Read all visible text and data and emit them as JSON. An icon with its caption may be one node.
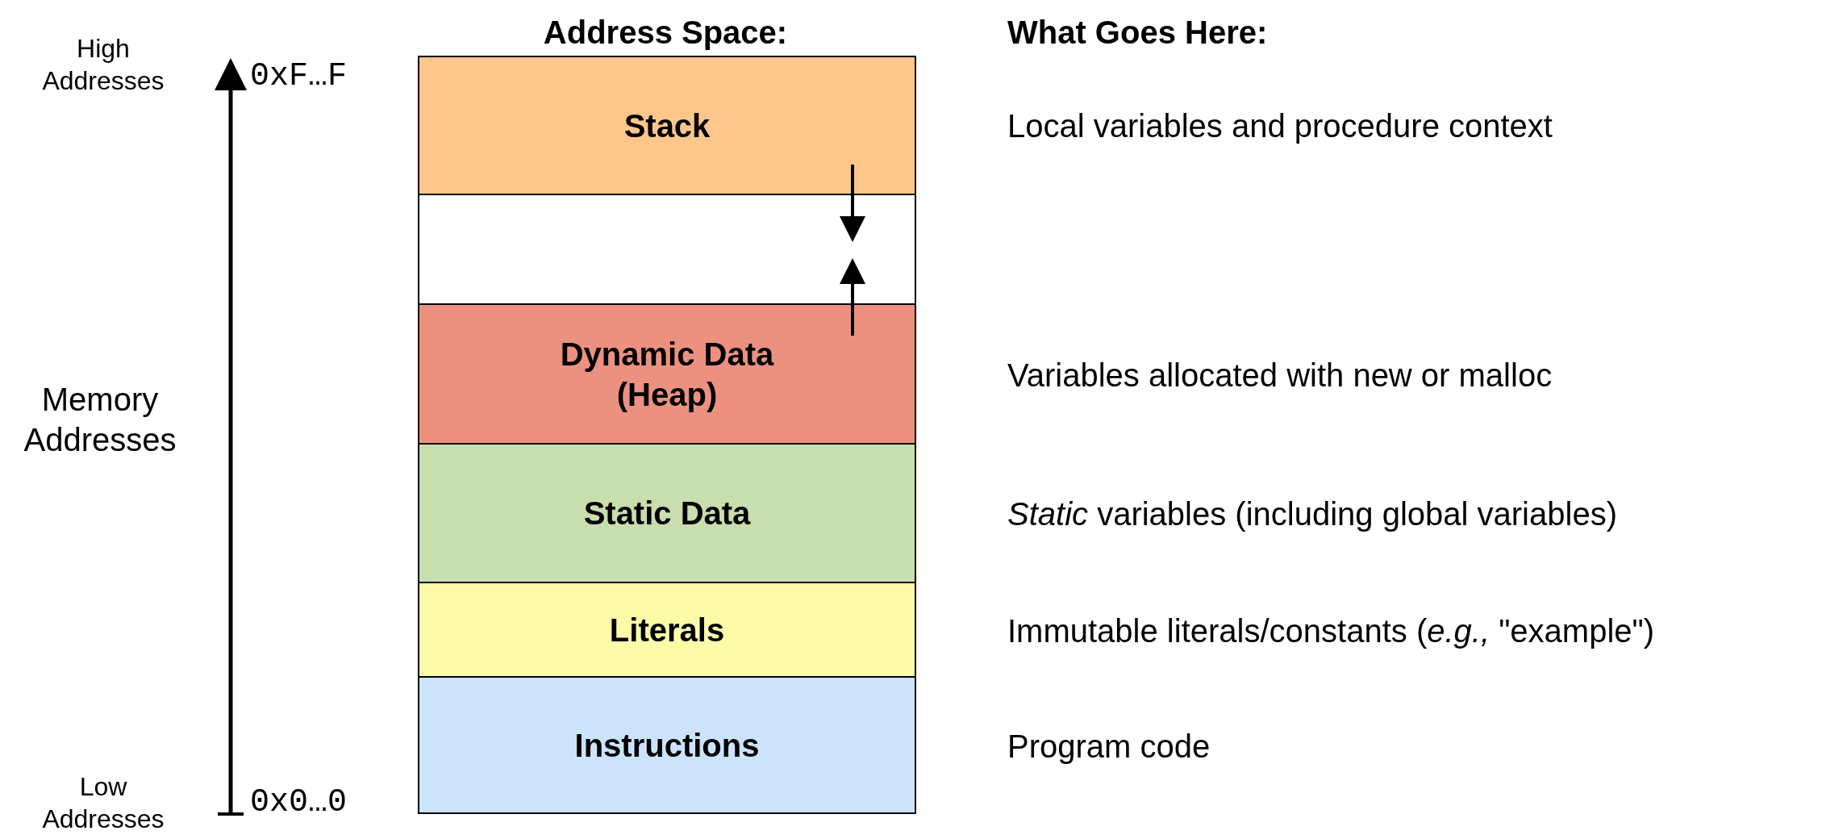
{
  "diagram": {
    "nodes": [
      {
        "text": [
          "Stack"
        ],
        "beside": [
          "Local variables and procedure context"
        ]
      },
      {
        "text": [],
        "shape": "box"
      },
      {
        "text": [
          "Dynamic Data (Heap)"
        ],
        "beside": [
          "Variables allocated with new or malloc"
        ]
      },
      {
        "text": [
          "Static Data"
        ],
        "beside": [
          "*Static* variables (including global variables)"
        ]
      },
      {
        "text": [
          "Literals"
        ],
        "beside": [
          "Immutable literals/constants (*e.g.,* \"example\")"
        ]
      },
      {
        "text": [
          "Instructions"
        ],
        "beside": [
          "Program code"
        ]
      }
    ],
    "edges": [
      {
        "from": 0,
        "to": 1,
        "arrow": "to"
      },
      {
        "from": 2,
        "to": 1,
        "arrow": "to"
      }
    ],
    "labels": [
      "High Addresses",
      "0xF…F",
      "Address Space:",
      "What Goes Here:",
      "Memory Addresses",
      "Low Addresses",
      "0x0…0"
    ]
  }
}
